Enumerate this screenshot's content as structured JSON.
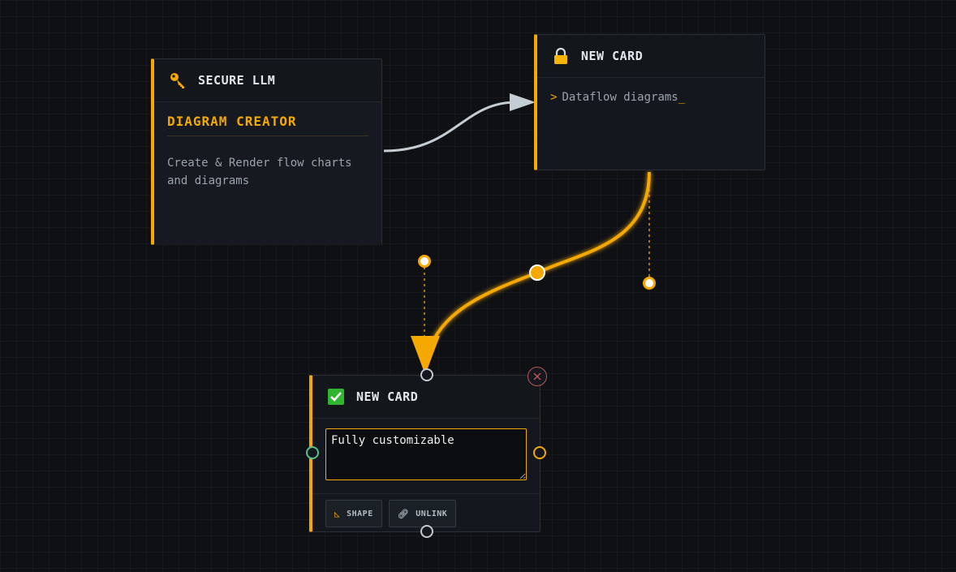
{
  "colors": {
    "accent": "#f5a800",
    "edge_grey": "#c4cdd4",
    "background": "#0e1014"
  },
  "cards": {
    "secure_llm": {
      "title": "SECURE LLM",
      "icon": "key-icon",
      "subtitle": "DIAGRAM CREATOR",
      "description": "Create & Render flow charts and diagrams"
    },
    "dataflow": {
      "title": "NEW CARD",
      "icon": "lock-icon",
      "prompt_symbol": ">",
      "text": "Dataflow diagrams",
      "cursor": "_"
    },
    "customizable": {
      "title": "NEW CARD",
      "icon": "check-icon",
      "textarea_value": "Fully customizable",
      "shape_label": "SHAPE",
      "unlink_label": "UNLINK"
    }
  }
}
